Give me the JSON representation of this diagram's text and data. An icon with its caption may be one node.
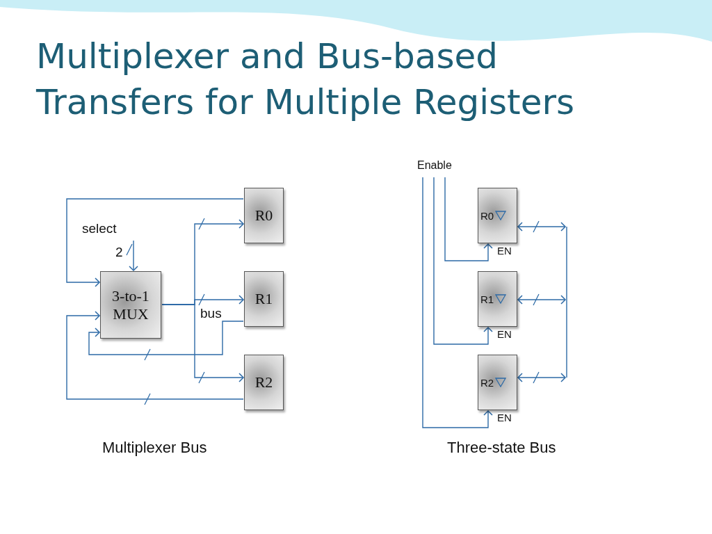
{
  "diagram": {
    "title": "Multiplexer and Bus-based Transfers for Multiple Registers",
    "nodes": [
      {
        "text": [
          "3-to-1 MUX"
        ]
      },
      {
        "text": [
          "R0"
        ]
      },
      {
        "text": [
          "R1"
        ]
      },
      {
        "text": [
          "R2"
        ]
      },
      {
        "text": [
          "select"
        ]
      },
      {
        "text": [
          "Enable"
        ]
      },
      {
        "text": [
          "R0"
        ],
        "beside": [
          "EN"
        ]
      },
      {
        "text": [
          "R1"
        ],
        "beside": [
          "EN"
        ]
      },
      {
        "text": [
          "R2"
        ],
        "beside": [
          "EN"
        ]
      }
    ],
    "edges": [
      {
        "from": 0,
        "to": 1,
        "arrow": "to"
      },
      {
        "from": 0,
        "to": 2,
        "arrow": "to"
      },
      {
        "from": 0,
        "to": 3,
        "arrow": "to"
      },
      {
        "from": 1,
        "to": 0,
        "arrow": "to"
      },
      {
        "from": 2,
        "to": 0,
        "arrow": "to"
      },
      {
        "from": 3,
        "to": 0,
        "arrow": "to"
      },
      {
        "from": 4,
        "to": 0,
        "arrow": "to"
      },
      {
        "from": 5,
        "to": 6,
        "arrow": "to"
      },
      {
        "from": 5,
        "to": 7,
        "arrow": "to"
      },
      {
        "from": 5,
        "to": 8,
        "arrow": "to"
      },
      {
        "from": 6,
        "to": null,
        "arrow": "both"
      },
      {
        "from": 7,
        "to": null,
        "arrow": "both"
      },
      {
        "from": 8,
        "to": null,
        "arrow": "both"
      }
    ],
    "labels": [
      "2",
      "bus",
      "Multiplexer Bus",
      "Three-state Bus"
    ]
  }
}
